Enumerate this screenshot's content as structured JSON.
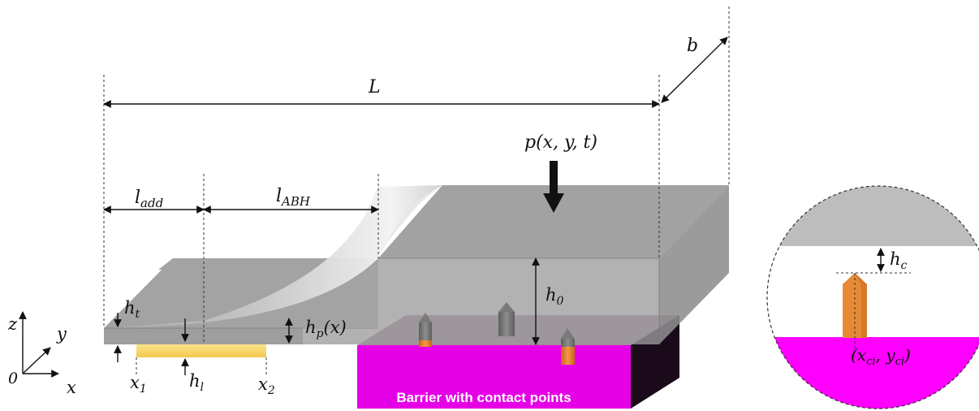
{
  "labels": {
    "length": "L",
    "width": "b",
    "load": "p(x, y, t)",
    "l_add": "l",
    "l_add_sub": "add",
    "l_abh": "l",
    "l_abh_sub": "ABH",
    "h_t": "h",
    "h_t_sub": "t",
    "h_p": "h",
    "h_p_sub": "p",
    "h_p_arg": "(x)",
    "h_0": "h",
    "h_0_sub": "0",
    "h_l": "h",
    "h_l_sub": "l",
    "x1": "x",
    "x1_sub": "1",
    "x2": "x",
    "x2_sub": "2",
    "h_c": "h",
    "h_c_sub": "c",
    "contact_coord_open": "(x",
    "contact_coord_sub1": "ci",
    "contact_coord_mid": ", y",
    "contact_coord_sub2": "ci",
    "contact_coord_close": ")"
  },
  "axes": {
    "z": "z",
    "y": "y",
    "x": "x",
    "origin": "0"
  },
  "barrier_label": "Barrier with contact points",
  "colors": {
    "beam_top": "#a3a3a3",
    "beam_front": "#9a9a9a",
    "beam_side": "#8c8c8c",
    "abh_curve_light": "#f6f6f6",
    "damping_layer": "#f9dc72",
    "barrier_top": "#9b7497",
    "barrier_front": "#e600e6",
    "barrier_side": "#1a0a1a",
    "contact_point": "#e08a36",
    "contact_point_top": "#6b6b6b",
    "zoom_upper": "#bdbdbd",
    "zoom_barrier": "#ff00ff"
  }
}
